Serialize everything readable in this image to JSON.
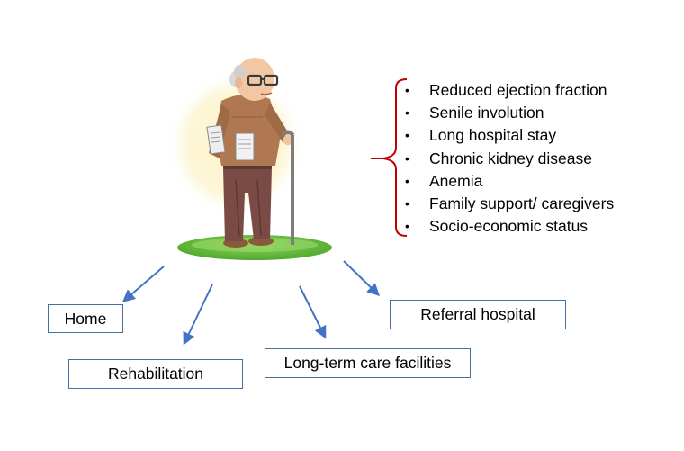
{
  "factors": [
    "Reduced ejection fraction",
    "Senile involution",
    "Long hospital stay",
    "Chronic kidney disease",
    "Anemia",
    "Family support/ caregivers",
    "Socio-economic status"
  ],
  "bullet_char": "•",
  "destinations": {
    "home": "Home",
    "rehabilitation": "Rehabilitation",
    "long_term_care": "Long-term care facilities",
    "referral_hospital": "Referral hospital"
  },
  "colors": {
    "brace": "#c00000",
    "arrow": "#4472c4",
    "box_border": "#41719c",
    "halo": "#fdf6cf",
    "grass": "#6abf3f"
  },
  "icons": {
    "person": "elderly-man-with-cane-illustration",
    "brace": "left-curly-brace"
  }
}
